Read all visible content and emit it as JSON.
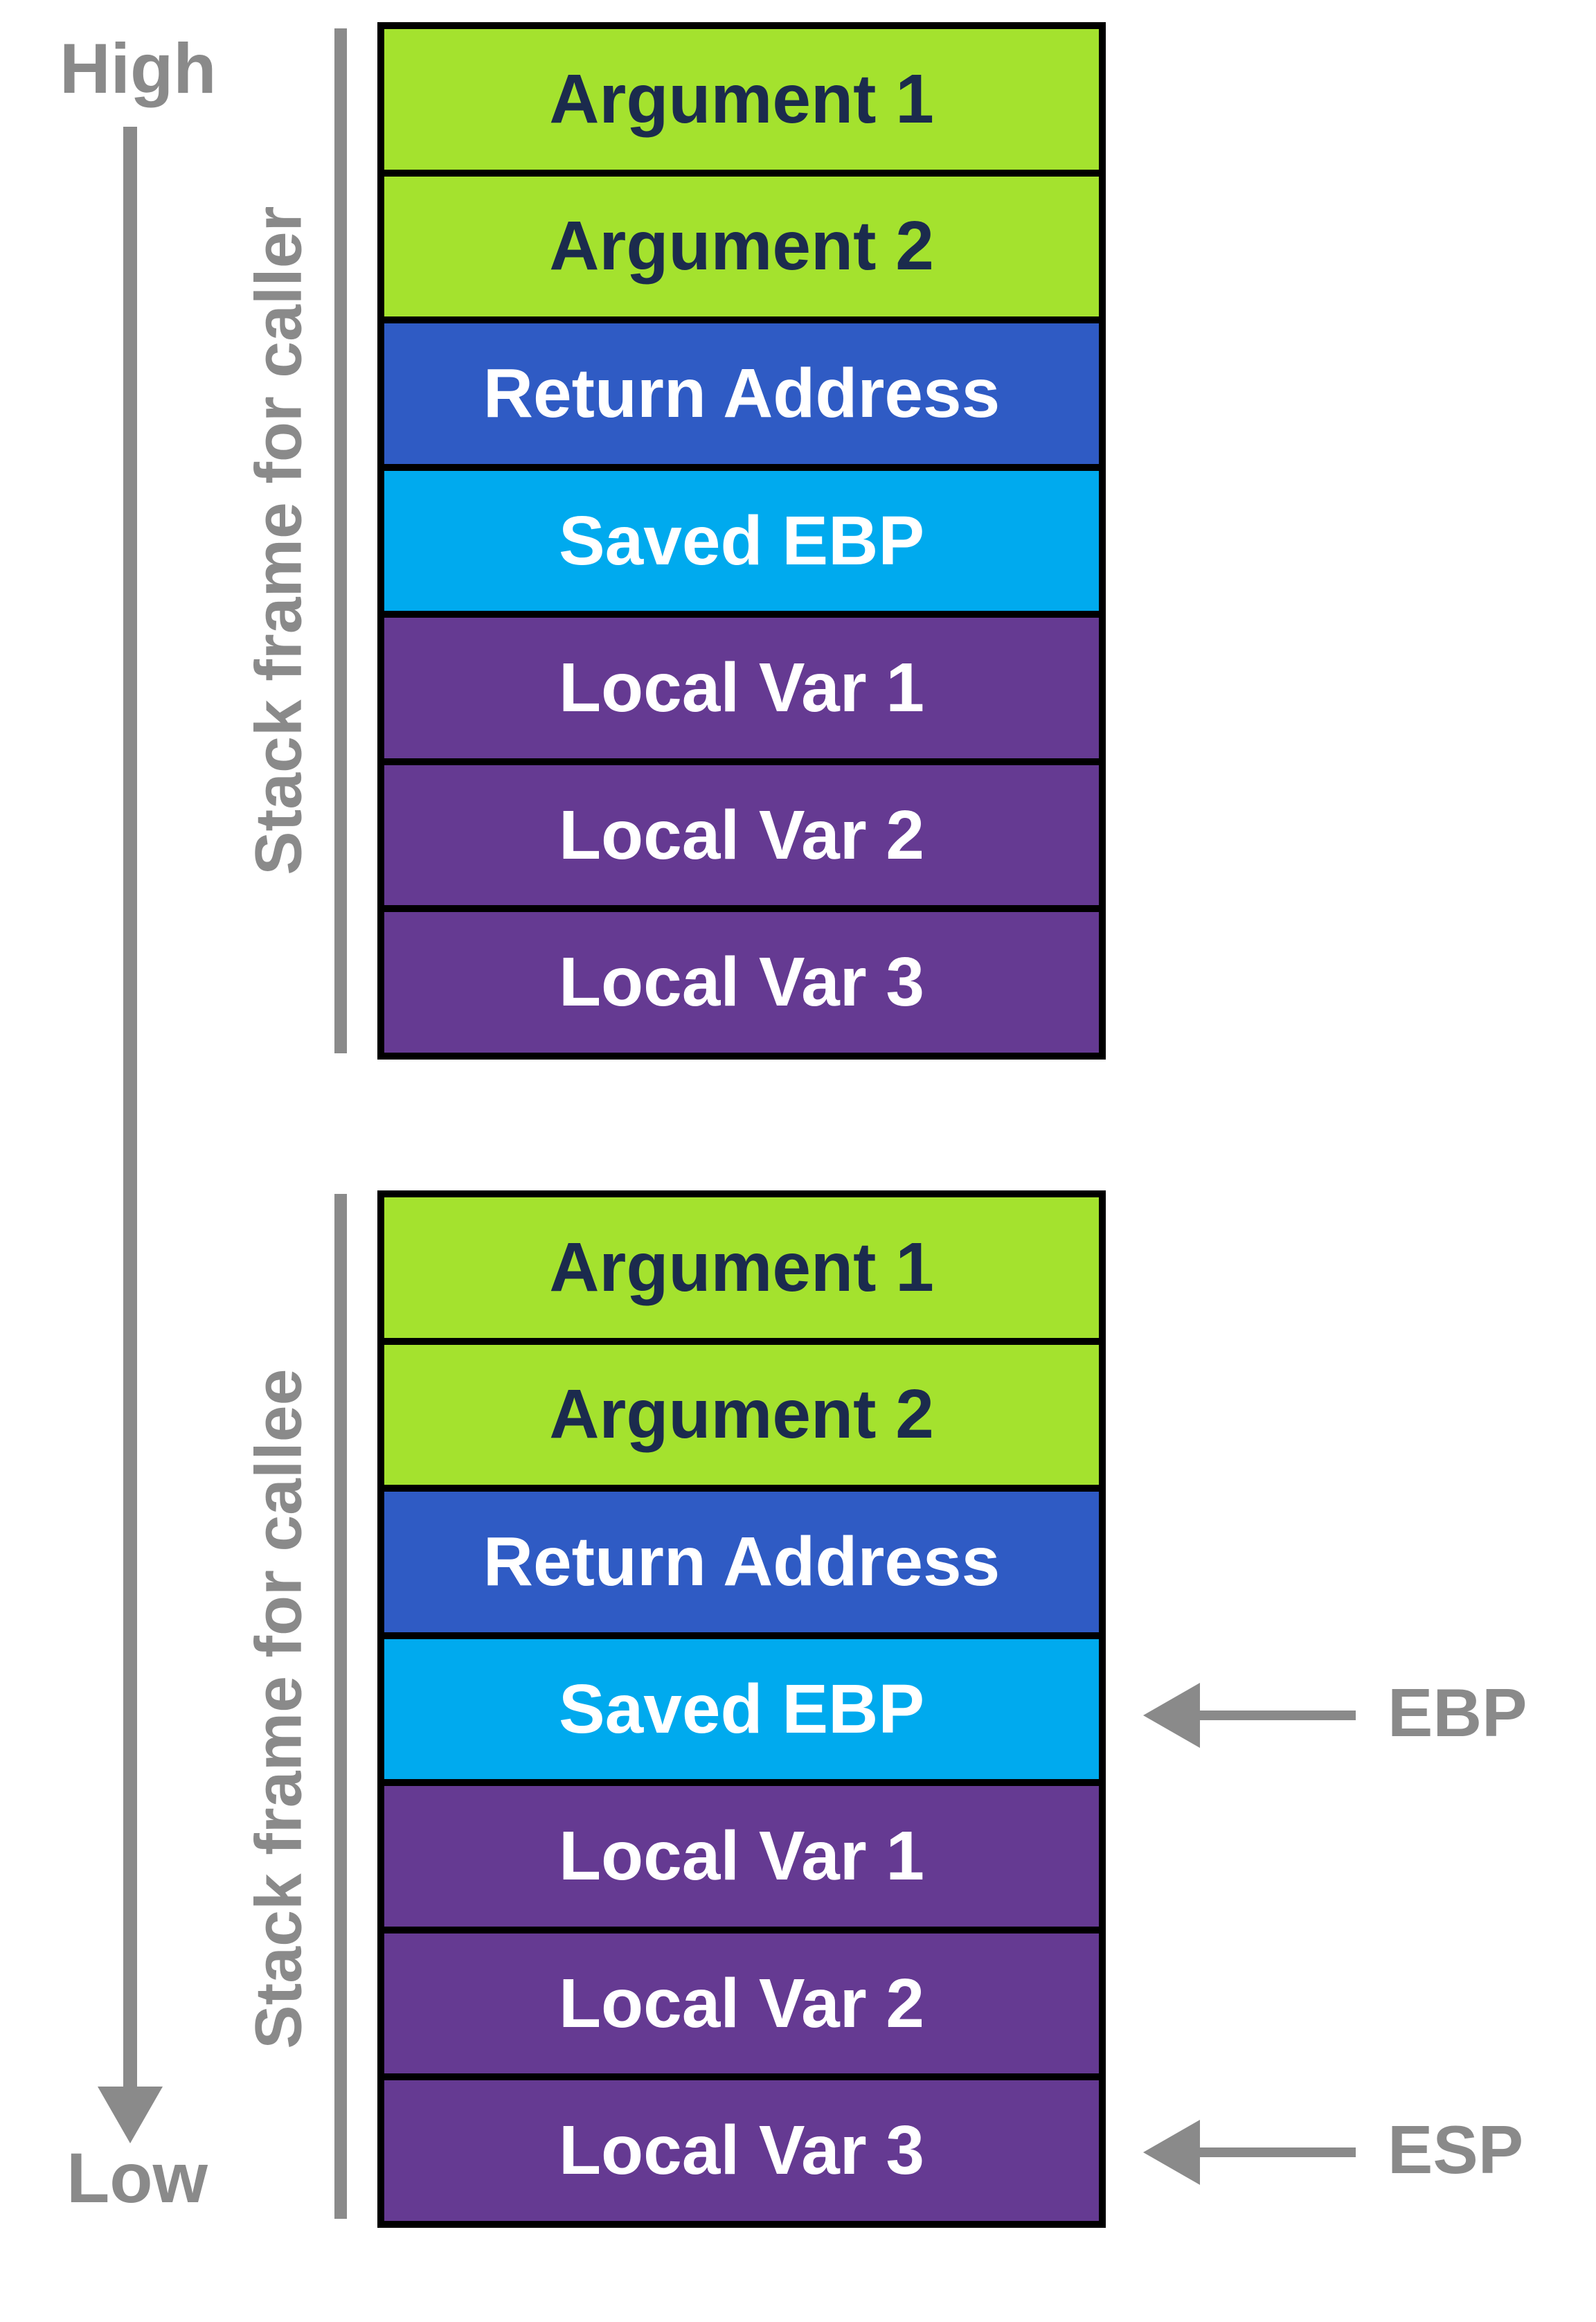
{
  "memory_axis": {
    "high_label": "High",
    "low_label": "Low"
  },
  "frames": [
    {
      "bracket_label": "Stack frame for caller",
      "rows": [
        {
          "label": "Argument 1",
          "type": "argument"
        },
        {
          "label": "Argument 2",
          "type": "argument"
        },
        {
          "label": "Return Address",
          "type": "return-address"
        },
        {
          "label": "Saved EBP",
          "type": "saved-ebp"
        },
        {
          "label": "Local Var 1",
          "type": "local-var"
        },
        {
          "label": "Local Var 2",
          "type": "local-var"
        },
        {
          "label": "Local Var 3",
          "type": "local-var"
        }
      ]
    },
    {
      "bracket_label": "Stack frame for callee",
      "rows": [
        {
          "label": "Argument 1",
          "type": "argument"
        },
        {
          "label": "Argument 2",
          "type": "argument"
        },
        {
          "label": "Return Address",
          "type": "return-address"
        },
        {
          "label": "Saved EBP",
          "type": "saved-ebp"
        },
        {
          "label": "Local Var 1",
          "type": "local-var"
        },
        {
          "label": "Local Var 2",
          "type": "local-var"
        },
        {
          "label": "Local Var 3",
          "type": "local-var"
        }
      ]
    }
  ],
  "registers": [
    {
      "label": "EBP",
      "points_to": "Saved EBP row of callee frame"
    },
    {
      "label": "ESP",
      "points_to": "Local Var 3 row of callee frame"
    }
  ],
  "colors": {
    "argument_fill": "#a4e22e",
    "argument_text": "#1b2b4d",
    "return_address_fill": "#2f5bc4",
    "saved_ebp_fill": "#00aaee",
    "local_var_fill": "#653a92",
    "row_text_light": "#ffffff",
    "annotation_gray": "#8a8a8a",
    "border_black": "#000000"
  }
}
